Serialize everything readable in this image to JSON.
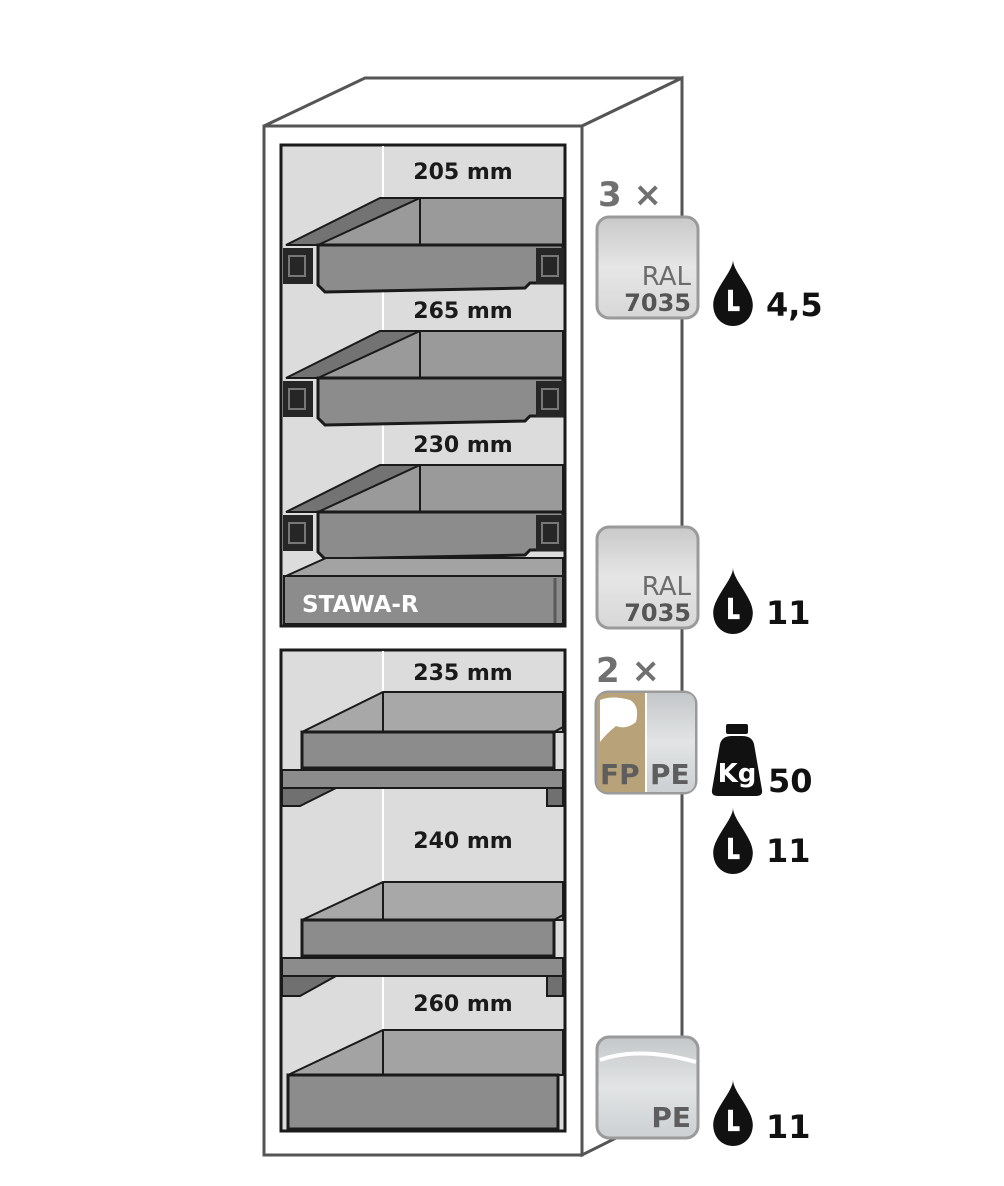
{
  "cabinet": {
    "model_label": "STAWA-R",
    "upper_heights": [
      "205 mm",
      "265 mm",
      "230 mm"
    ],
    "lower_heights": [
      "235 mm",
      "240 mm",
      "260 mm"
    ]
  },
  "specs": {
    "upper_multiplier": "3 ×",
    "swatch_ral": "RAL",
    "swatch_ral_code": "7035",
    "upper_volume": "4,5",
    "sump_volume": "11",
    "lower_multiplier": "2 ×",
    "material_fp": "FP",
    "material_pe": "PE",
    "weight_icon_label": "Kg",
    "load": "50",
    "lower_volume": "11",
    "bottom_material": "PE",
    "bottom_volume": "11"
  },
  "icons": {
    "volume": "liter-drop-icon",
    "weight": "kg-weight-icon"
  },
  "colors": {
    "interior": "#dcdcdc",
    "tray": "#8c8c8c",
    "tray_dark": "#6e6e6e",
    "outline": "#1a1a1a",
    "swatch_ral": "#d2d2d2",
    "swatch_fp": "#b8a27a",
    "swatch_pe": "#cfd2d4"
  }
}
